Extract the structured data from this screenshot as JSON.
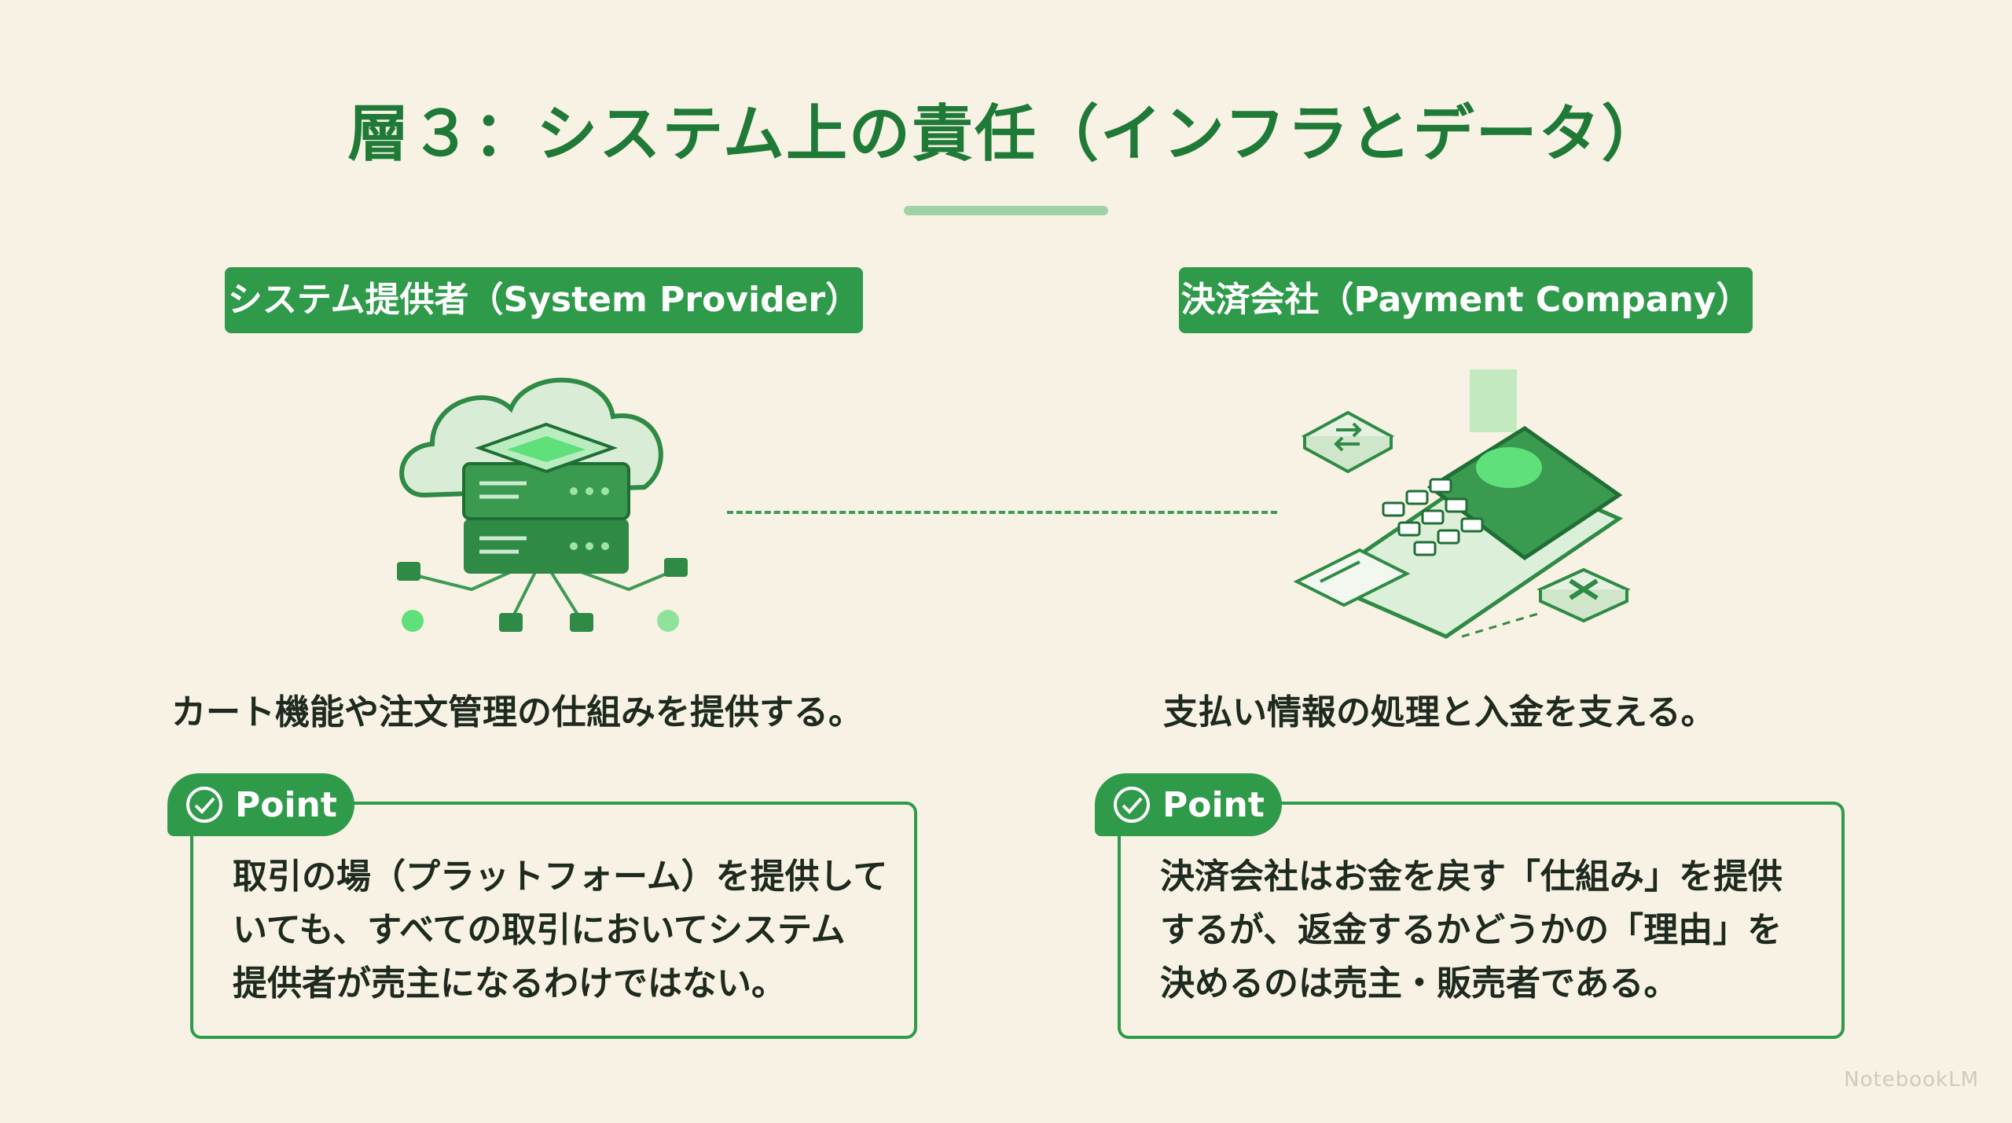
{
  "title": "層３：システム上の責任（インフラとデータ）",
  "left": {
    "tag": "システム提供者（System Provider）",
    "illustration_icon": "cloud-server-icon",
    "description": "カート機能や注文管理の仕組みを提供する。",
    "point_label": "Point",
    "point_lines": [
      "取引の場（プラットフォーム）を提供して",
      "いても、すべての取引においてシステム",
      "提供者が売主になるわけではない。"
    ]
  },
  "right": {
    "tag": "決済会社（Payment Company）",
    "illustration_icon": "payment-terminal-icon",
    "description": "支払い情報の処理と入金を支える。",
    "point_label": "Point",
    "point_lines": [
      "決済会社はお金を戻す「仕組み」を提供",
      "するが、返金するかどうかの「理由」を",
      "決めるのは売主・販売者である。"
    ]
  },
  "watermark": "NotebookLM",
  "colors": {
    "background": "#f7f2e4",
    "accent": "#2e9a4a",
    "title": "#1f7a37",
    "glow": "#5fe07a"
  }
}
